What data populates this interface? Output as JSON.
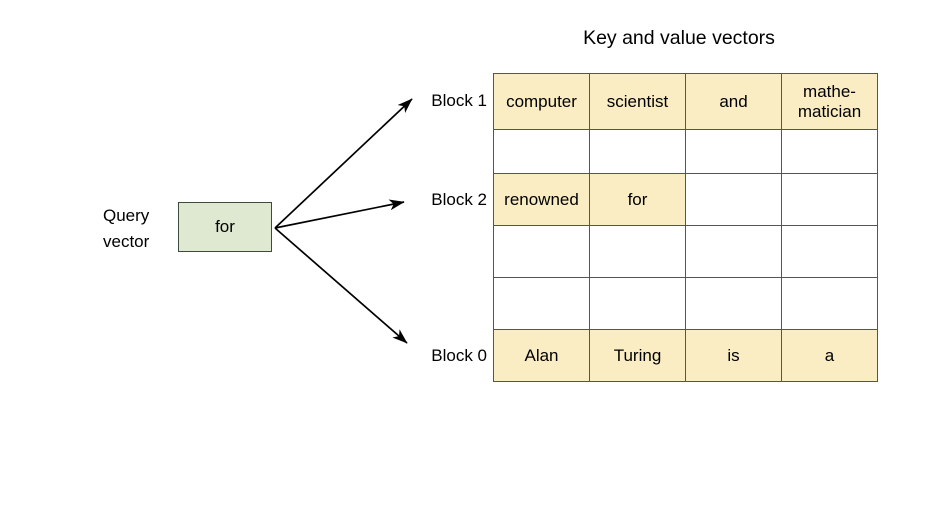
{
  "diagram": {
    "kv_title": "Key and value vectors",
    "query_label_line1": "Query",
    "query_label_line2": "vector",
    "query_token": "for",
    "block_labels": {
      "top": "Block 1",
      "middle": "Block 2",
      "bottom": "Block 0"
    },
    "colors": {
      "query_fill": "#dfe9d1",
      "query_stroke": "#3f4a3f",
      "cell_fill": "#faedc4",
      "cell_empty_fill": "#ffffff",
      "grid_stroke": "#555555",
      "arrow_stroke": "#000000",
      "text": "#000000",
      "background": "#ffffff"
    },
    "icons": {
      "arrow_to_block1": "arrow-right-up-icon",
      "arrow_to_block2": "arrow-right-icon",
      "arrow_to_block0": "arrow-right-down-icon"
    },
    "table": {
      "rows": 6,
      "cols": 4,
      "cells": [
        [
          "computer",
          "scientist",
          "and",
          "mathe-|matician"
        ],
        [
          "",
          "",
          "",
          ""
        ],
        [
          "renowned",
          "for",
          "",
          ""
        ],
        [
          "",
          "",
          "",
          ""
        ],
        [
          "",
          "",
          "",
          ""
        ],
        [
          "Alan",
          "Turing",
          "is",
          "a"
        ]
      ],
      "row_0_cell_0": "computer",
      "row_0_cell_1": "scientist",
      "row_0_cell_2": "and",
      "row_0_cell_3_line1": "mathe-",
      "row_0_cell_3_line2": "matician",
      "row_2_cell_0": "renowned",
      "row_2_cell_1": "for",
      "row_2_cell_2": "",
      "row_2_cell_3": "",
      "row_5_cell_0": "Alan",
      "row_5_cell_1": "Turing",
      "row_5_cell_2": "is",
      "row_5_cell_3": "a",
      "empty_cell": ""
    }
  }
}
